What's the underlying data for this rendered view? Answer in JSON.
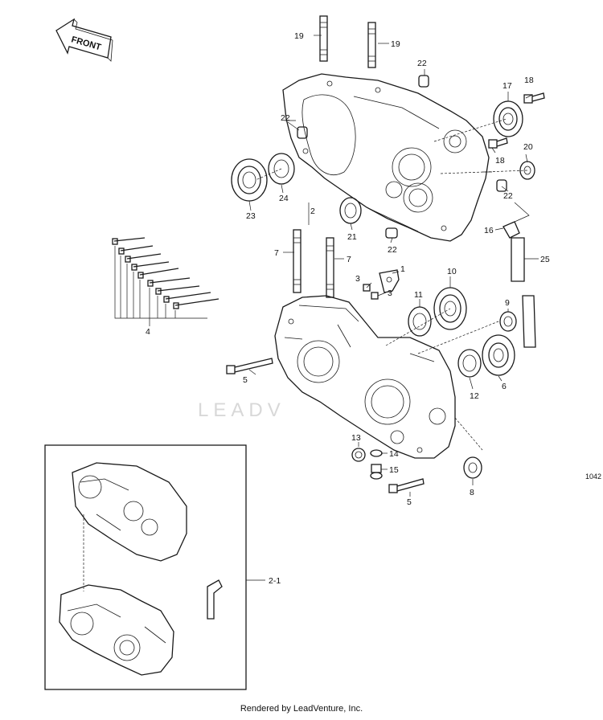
{
  "direction_arrow": {
    "label": "FRONT"
  },
  "watermark": {
    "text": "LEADV"
  },
  "page_code": "1042",
  "callouts": {
    "c1": "1",
    "c2": "2",
    "c3a": "3",
    "c3b": "3",
    "c4": "4",
    "c5a": "5",
    "c5b": "5",
    "c6": "6",
    "c7a": "7",
    "c7b": "7",
    "c8": "8",
    "c9": "9",
    "c10": "10",
    "c11": "11",
    "c12": "12",
    "c13": "13",
    "c14": "14",
    "c15": "15",
    "c16": "16",
    "c17": "17",
    "c18a": "18",
    "c18b": "18",
    "c19a": "19",
    "c19b": "19",
    "c20": "20",
    "c21": "21",
    "c22a": "22",
    "c22b": "22",
    "c22c": "22",
    "c22d": "22",
    "c23": "23",
    "c24": "24",
    "c25": "25",
    "c2_1": "2-1"
  },
  "footer": {
    "text": "Rendered by LeadVenture, Inc."
  }
}
